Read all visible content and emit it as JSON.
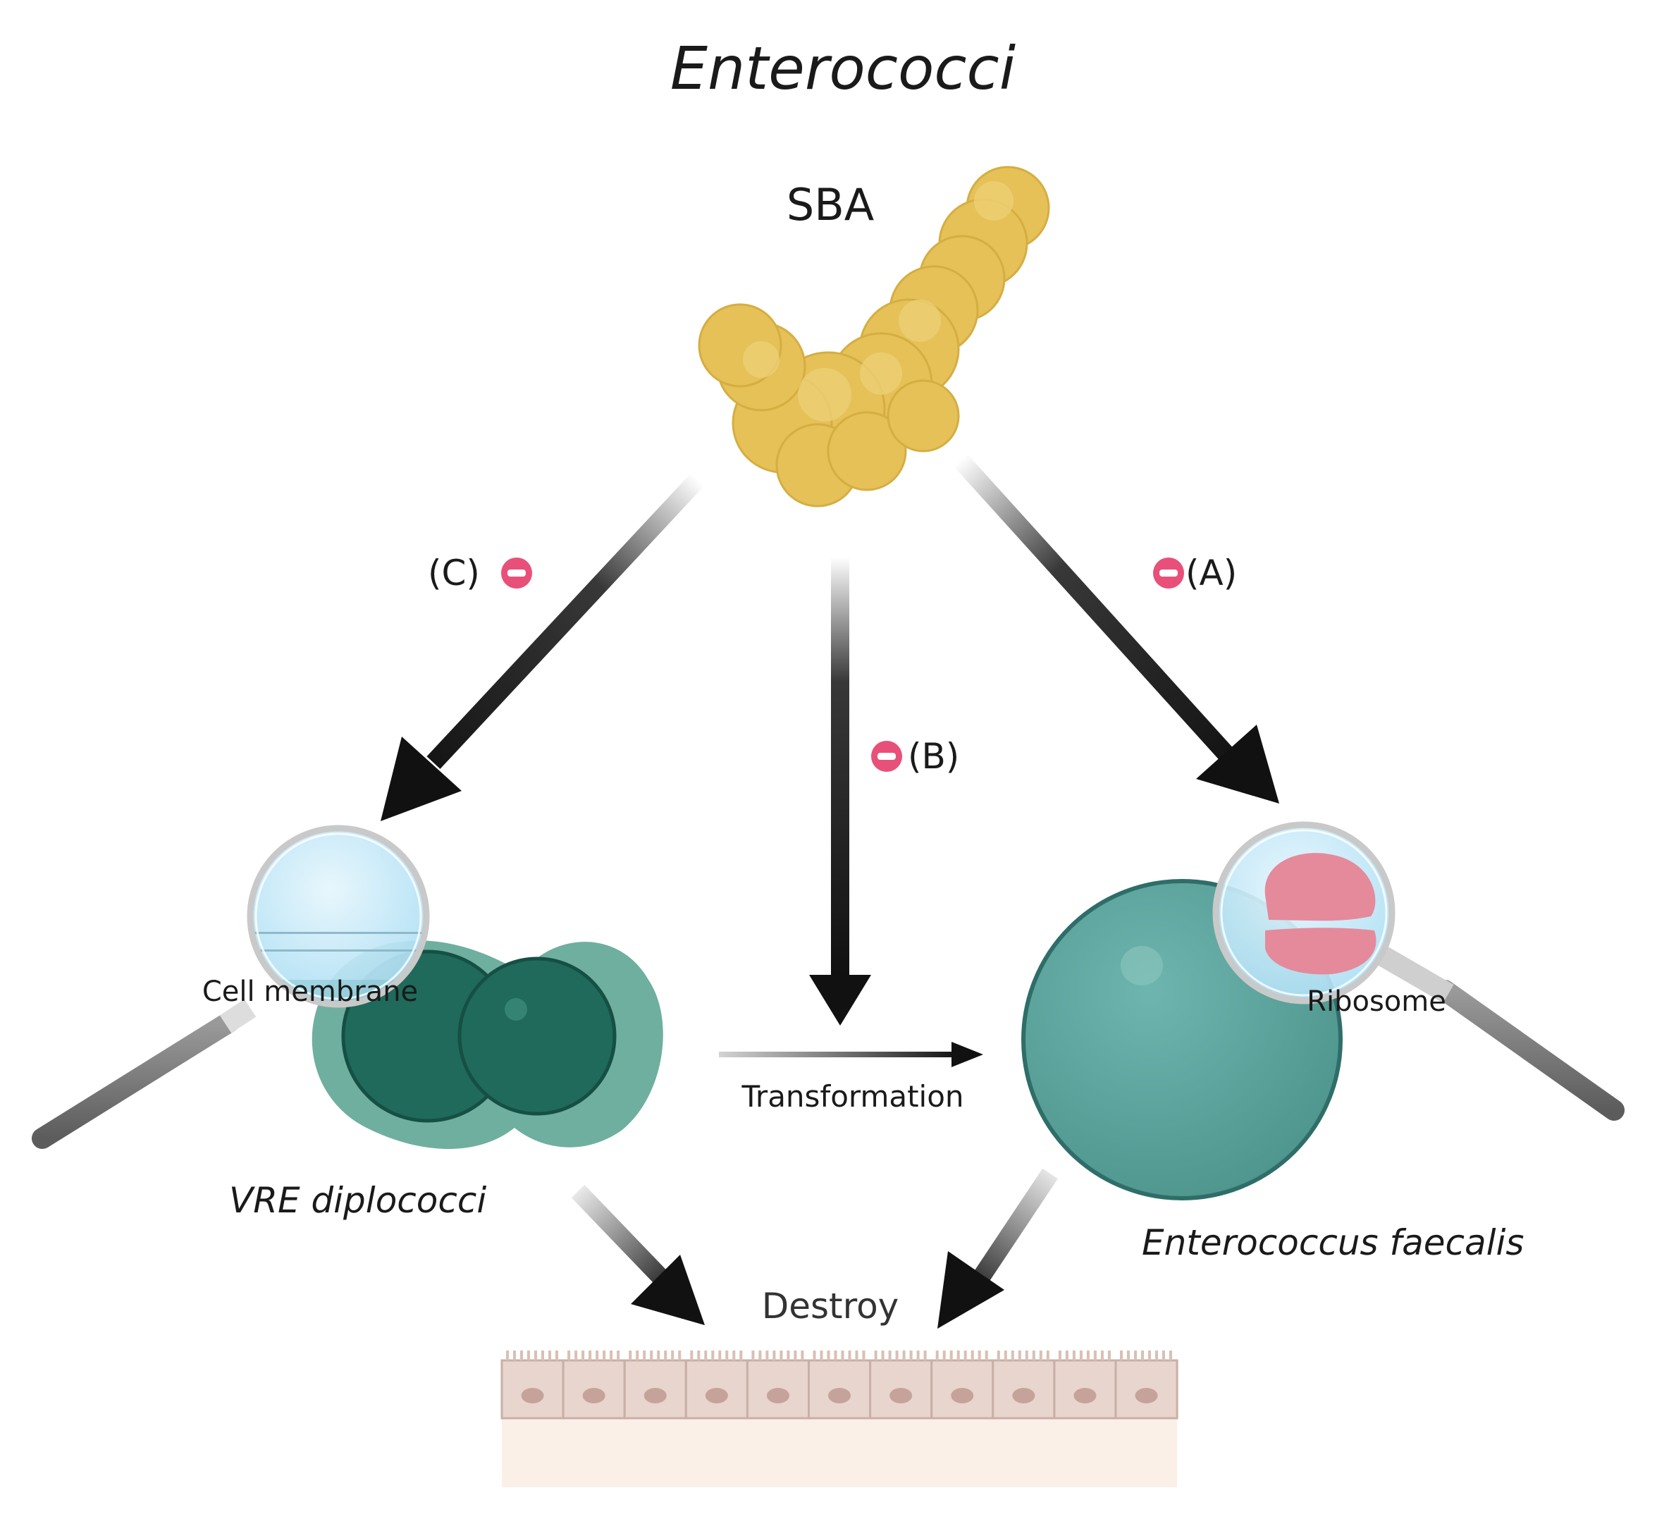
{
  "title": "Enterococci",
  "sba_label": "SBA",
  "pathways": {
    "c": "(C)",
    "b": "(B)",
    "a": "(A)"
  },
  "labels": {
    "cell_membrane": "Cell membrane",
    "ribosome": "Ribosome",
    "transformation": "Transformation",
    "vre": "VRE diplococci",
    "faecalis": "Enterococcus faecalis",
    "destroy": "Destroy"
  },
  "colors": {
    "sba": "#E7C35A",
    "vre_capsule": "#6FAF9F",
    "vre_cell": "#1F6A5B",
    "faecalis": "#5FA8A0",
    "ribosome": "#E58A9B",
    "inhibit": "#E8507A",
    "lens": "#BFE6F7",
    "epithelium": "#E8D5CD"
  }
}
